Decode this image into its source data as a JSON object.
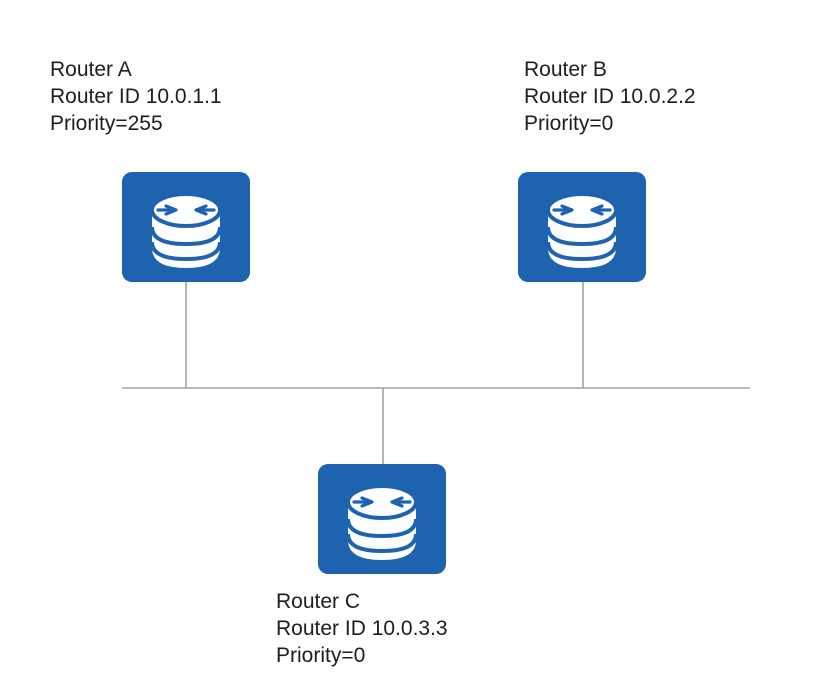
{
  "colors": {
    "router_fill": "#1e63b0",
    "router_symbol": "#ffffff",
    "link_line": "#9aa3ab",
    "text": "#1e1e1e"
  },
  "icons": {
    "router": "router-icon"
  },
  "routers": {
    "a": {
      "name": "Router A",
      "router_id": "Router ID 10.0.1.1",
      "priority": "Priority=255"
    },
    "b": {
      "name": "Router B",
      "router_id": "Router ID 10.0.2.2",
      "priority": "Priority=0"
    },
    "c": {
      "name": "Router C",
      "router_id": "Router ID 10.0.3.3",
      "priority": "Priority=0"
    }
  }
}
